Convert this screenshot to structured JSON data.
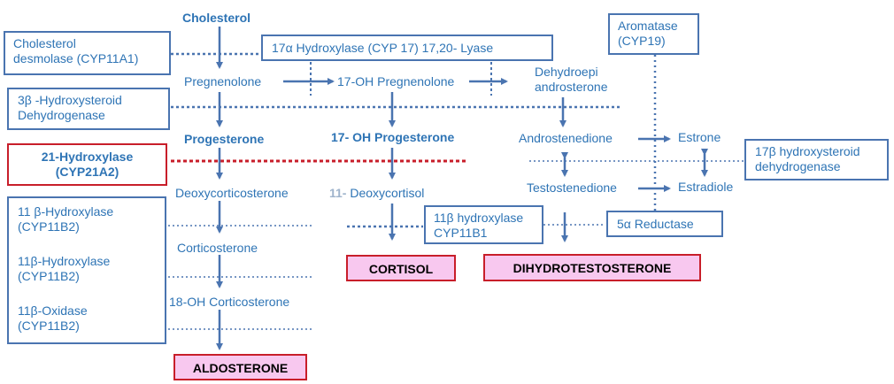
{
  "metabolites": {
    "cholesterol": "Cholesterol",
    "pregnenolone": "Pregnenolone",
    "oh17_pregnenolone": "17-OH Pregnenolone",
    "dehydroepi_1": "Dehydroepi",
    "dehydroepi_2": "androsterone",
    "progesterone": "Progesterone",
    "oh17_progesterone": "17- OH Progesterone",
    "androstenedione": "Androstenedione",
    "estrone": "Estrone",
    "deoxycorticosterone": "Deoxycorticosterone",
    "deoxycortisol_prefix": "11-",
    "deoxycortisol": " Deoxycortisol",
    "testostenedione": "Testostenedione",
    "estradiole": "Estradiole",
    "corticosterone": "Corticosterone",
    "oh18_corticosterone": "18-OH Corticosterone"
  },
  "enzymes": {
    "desmolase_1": "Cholesterol",
    "desmolase_2": "desmolase (CYP11A1)",
    "hydroxylase17": "17α Hydroxylase  (CYP 17)   17,20- Lyase",
    "aromatase_1": "Aromatase",
    "aromatase_2": "(CYP19)",
    "hsd3b_1": "3β -Hydroxysteroid",
    "hsd3b_2": "Dehydrogenase",
    "hydroxylase21_1": "21-Hydroxylase",
    "hydroxylase21_2": "(CYP21A2)",
    "hsd17b_1": "17β hydroxysteroid",
    "hsd17b_2": "dehydrogenase",
    "cyp11b2_a1": "11 β-Hydroxylase",
    "cyp11b2_a2": "(CYP11B2)",
    "cyp11b2_b1": "11β-Hydroxylase",
    "cyp11b2_b2": "(CYP11B2)",
    "cyp11b2_c1": "11β-Oxidase",
    "cyp11b2_c2": "(CYP11B2)",
    "cyp11b1_1": "11β hydroxylase",
    "cyp11b1_2": "CYP11B1",
    "reductase5a": "5α Reductase"
  },
  "products": {
    "cortisol": "CORTISOL",
    "dht": "DIHYDROTESTOSTERONE",
    "aldosterone": "ALDOSTERONE"
  },
  "colors": {
    "text_blue": "#2e74b5",
    "arrow_blue": "#4a74b0",
    "red_accent": "#c81e2a",
    "product_fill": "#f8c8ef"
  }
}
